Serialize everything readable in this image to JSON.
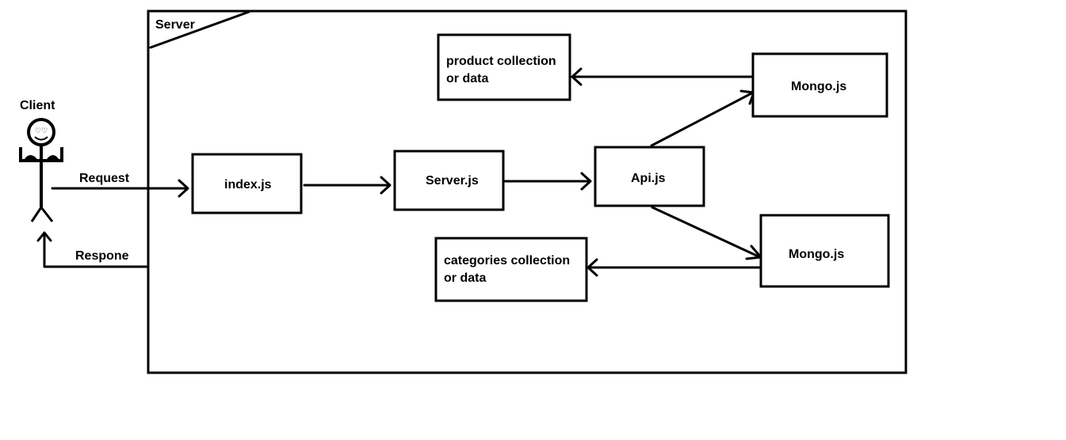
{
  "frame": {
    "label": "Server"
  },
  "actor": {
    "label": "Client"
  },
  "edges": {
    "request": "Request",
    "response": "Respone"
  },
  "nodes": {
    "index": "index.js",
    "server": "Server.js",
    "api": "Api.js",
    "mongo_top": "Mongo.js",
    "mongo_bottom": "Mongo.js",
    "product_line1": "product collection",
    "product_line2": "or data",
    "categories_line1": "categories collection",
    "categories_line2": "or data"
  }
}
